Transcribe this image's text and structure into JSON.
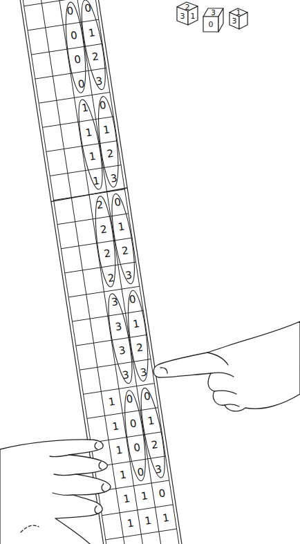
{
  "diagram": {
    "labels": [
      "2",
      "3",
      "1",
      "3",
      "0",
      "1",
      "3",
      "0",
      "0",
      "0",
      "1",
      "0",
      "2",
      "0",
      "3",
      "1",
      "0",
      "1",
      "1",
      "1",
      "2",
      "1",
      "3",
      "2",
      "0",
      "2",
      "1",
      "2",
      "2",
      "2",
      "3",
      "3",
      "0",
      "3",
      "1",
      "3",
      "2",
      "3",
      "3",
      "1",
      "0",
      "0",
      "1",
      "0",
      "1",
      "1",
      "0",
      "2",
      "1",
      "0",
      "3",
      "1",
      "1",
      "0",
      "1",
      "1",
      "1"
    ]
  }
}
